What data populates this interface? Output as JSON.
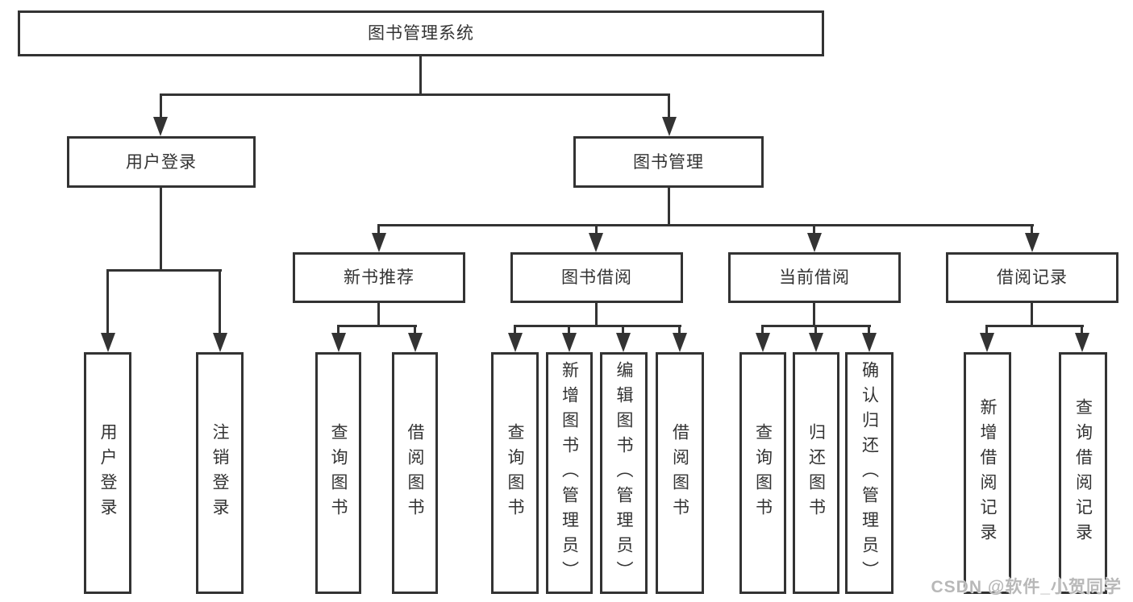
{
  "diagram": {
    "root": {
      "label": "图书管理系统"
    },
    "level2": {
      "user_login": {
        "label": "用户登录"
      },
      "book_management": {
        "label": "图书管理"
      }
    },
    "level3": {
      "new_book_recommend": {
        "label": "新书推荐"
      },
      "book_borrow": {
        "label": "图书借阅"
      },
      "current_borrow": {
        "label": "当前借阅"
      },
      "borrow_records": {
        "label": "借阅记录"
      }
    },
    "leaves": {
      "user_login": {
        "label": "用户登录"
      },
      "logout": {
        "label": "注销登录"
      },
      "nbr_query_books": {
        "label": "查询图书"
      },
      "nbr_borrow_books": {
        "label": "借阅图书"
      },
      "bb_query_books": {
        "label": "查询图书"
      },
      "bb_add_books": {
        "label": "新增图书（管理员）"
      },
      "bb_edit_books": {
        "label": "编辑图书（管理员）"
      },
      "bb_borrow_books": {
        "label": "借阅图书"
      },
      "cb_query_books": {
        "label": "查询图书"
      },
      "cb_return_books": {
        "label": "归还图书"
      },
      "cb_confirm_return": {
        "label": "确认归还（管理员）"
      },
      "br_add_record": {
        "label": "新增借阅记录"
      },
      "br_query_record": {
        "label": "查询借阅记录"
      }
    }
  },
  "watermark": {
    "text": "CSDN @软件_小贺同学"
  },
  "colors": {
    "line": "#333333",
    "background": "#ffffff",
    "watermark": "#b8b8b8"
  }
}
